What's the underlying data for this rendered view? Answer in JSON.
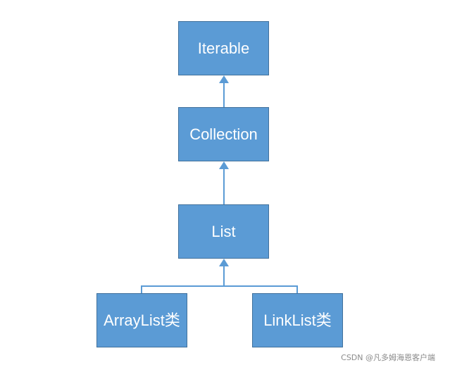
{
  "diagram": {
    "node_fill": "#5b9bd5",
    "line_color": "#5b9bd5",
    "nodes": {
      "iterable": "Iterable",
      "collection": "Collection",
      "list": "List",
      "arraylist": "ArrayList类",
      "linklist": "LinkList类"
    },
    "edges": [
      {
        "from": "collection",
        "to": "iterable"
      },
      {
        "from": "list",
        "to": "collection"
      },
      {
        "from": "arraylist",
        "to": "list"
      },
      {
        "from": "linklist",
        "to": "list"
      }
    ]
  },
  "watermark": "CSDN @凡多姆海恩客户端"
}
